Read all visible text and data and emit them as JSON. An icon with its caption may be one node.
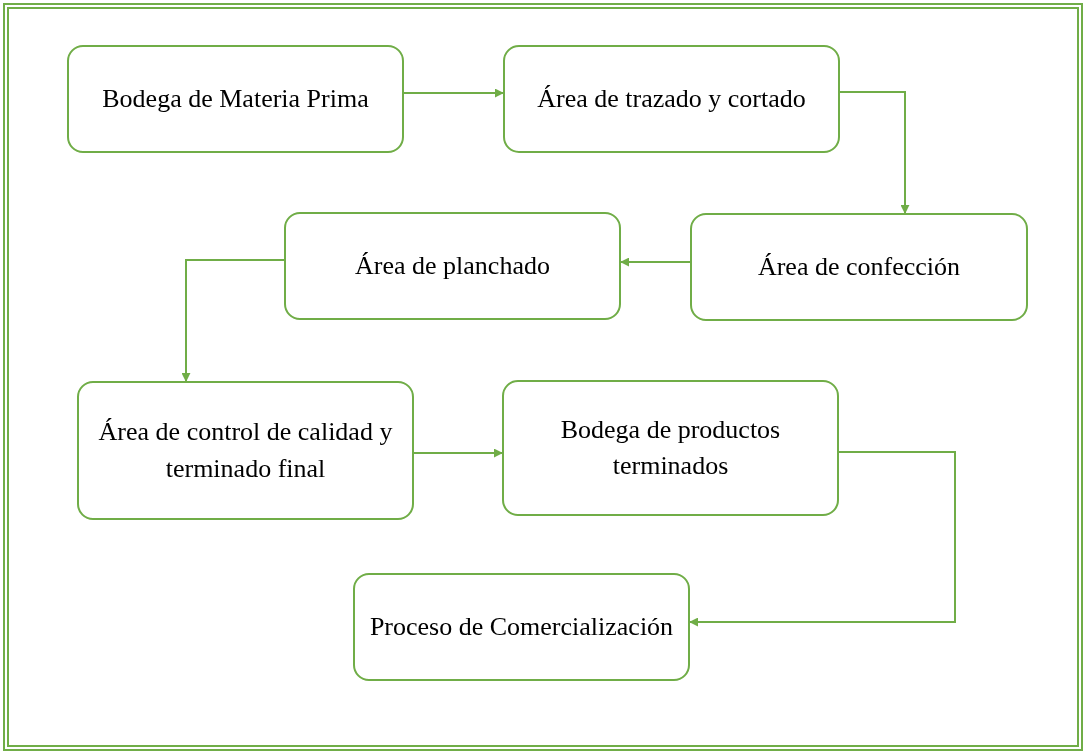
{
  "diagram": {
    "nodes": [
      {
        "text": [
          "Bodega de Materia Prima"
        ]
      },
      {
        "text": [
          "Área de trazado y cortado"
        ]
      },
      {
        "text": [
          "Área de confección"
        ]
      },
      {
        "text": [
          "Área de planchado"
        ]
      },
      {
        "text": [
          "Área de control de calidad y terminado final"
        ]
      },
      {
        "text": [
          "Bodega de productos terminados"
        ]
      },
      {
        "text": [
          "Proceso de Comercialización"
        ]
      }
    ],
    "edges": [
      {
        "from": 0,
        "to": 1,
        "arrow": "to"
      },
      {
        "from": 1,
        "to": 2,
        "arrow": "to"
      },
      {
        "from": 2,
        "to": 3,
        "arrow": "to"
      },
      {
        "from": 3,
        "to": 4,
        "arrow": "to"
      },
      {
        "from": 4,
        "to": 5,
        "arrow": "to"
      },
      {
        "from": 5,
        "to": 6,
        "arrow": "to"
      }
    ]
  }
}
